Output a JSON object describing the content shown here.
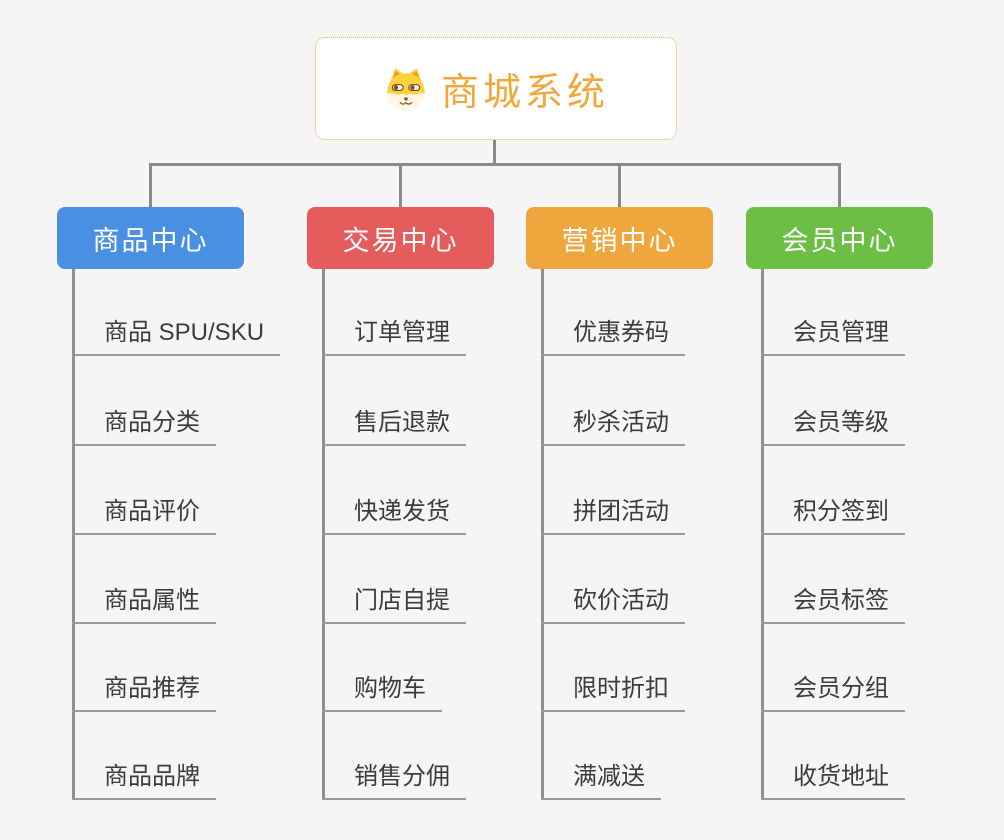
{
  "canvas": {
    "background": "#f5f5f5",
    "connector_color": "#8a8a8a",
    "underline_color": "#9a9a9a"
  },
  "root": {
    "label": "商城系统",
    "icon": "dog-face-icon",
    "text_color": "#f2a73b",
    "border_color": "#f0a73c",
    "background": "#ffffff"
  },
  "branches": [
    {
      "label": "商品中心",
      "color": "#4a90e2",
      "items": [
        "商品 SPU/SKU",
        "商品分类",
        "商品评价",
        "商品属性",
        "商品推荐",
        "商品品牌"
      ]
    },
    {
      "label": "交易中心",
      "color": "#e45c5c",
      "items": [
        "订单管理",
        "售后退款",
        "快递发货",
        "门店自提",
        "购物车",
        "销售分佣"
      ]
    },
    {
      "label": "营销中心",
      "color": "#efa63c",
      "items": [
        "优惠券码",
        "秒杀活动",
        "拼团活动",
        "砍价活动",
        "限时折扣",
        "满减送"
      ]
    },
    {
      "label": "会员中心",
      "color": "#6cbe44",
      "items": [
        "会员管理",
        "会员等级",
        "积分签到",
        "会员标签",
        "会员分组",
        "收货地址"
      ]
    }
  ]
}
